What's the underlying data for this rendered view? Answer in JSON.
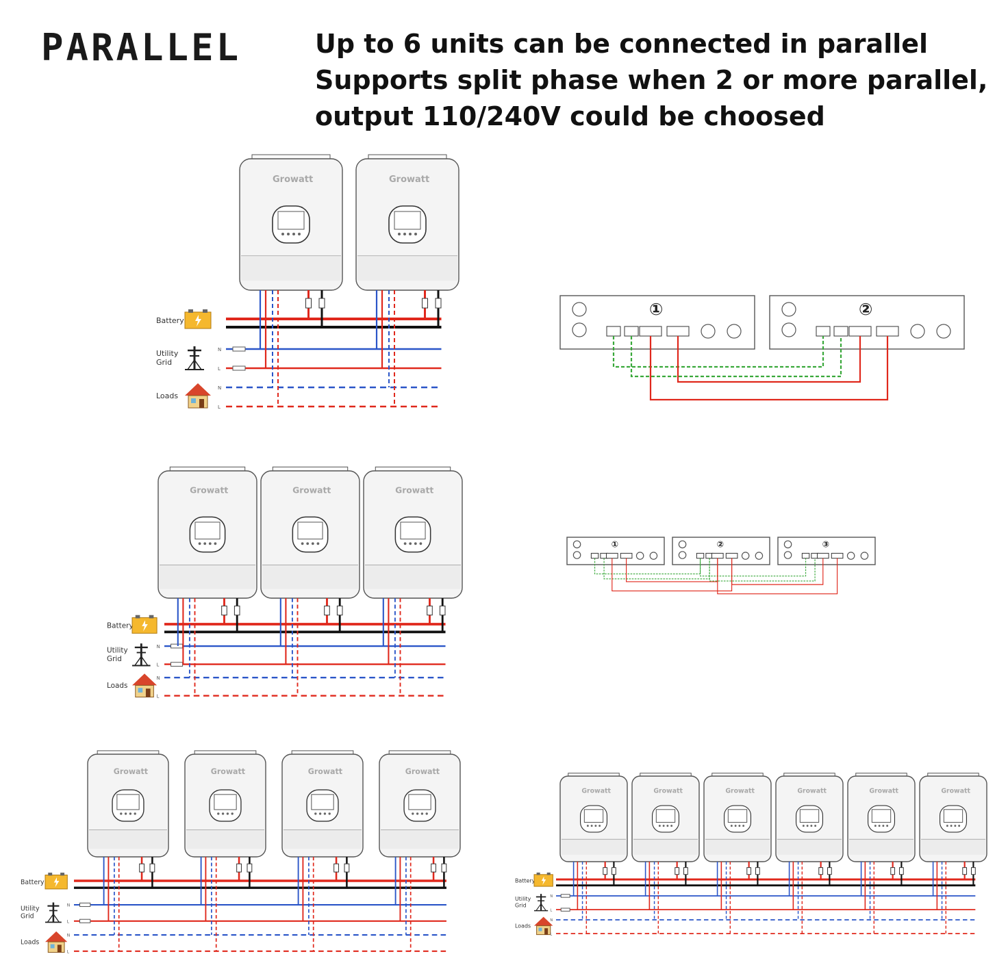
{
  "title": "PARALLEL",
  "headline": [
    "Up to 6 units can be connected in parallel",
    "Supports split phase when 2 or more parallel,",
    "output 110/240V could be choosed"
  ],
  "labels": {
    "battery": "Battery",
    "utility": "Utility",
    "grid": "Grid",
    "loads": "Loads",
    "n": "N",
    "l": "L"
  },
  "brand": "Growatt",
  "unit_numbers": [
    "①",
    "②",
    "③"
  ],
  "colors": {
    "positive": "#e0281c",
    "negative": "#111111",
    "neutral": "#2a55c8",
    "comm": "#39a83a",
    "housing": "#f4f4f4",
    "outline": "#555555"
  },
  "icons": {
    "battery": "battery-icon",
    "grid": "utility-pole-icon",
    "loads": "house-icon"
  },
  "configurations": [
    {
      "units": 2,
      "comm_diagram": true
    },
    {
      "units": 3,
      "comm_diagram": true
    },
    {
      "units": 4,
      "comm_diagram": false
    },
    {
      "units": 6,
      "comm_diagram": false
    }
  ]
}
